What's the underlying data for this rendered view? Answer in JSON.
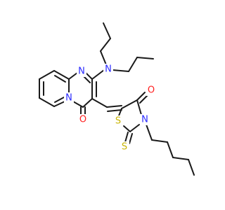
{
  "molecule": {
    "atoms": [
      {
        "id": "N_amine",
        "symbol": "N",
        "color": "#2a2aff"
      },
      {
        "id": "N_ring1",
        "symbol": "N",
        "color": "#2a2aff"
      },
      {
        "id": "N_ring2",
        "symbol": "N",
        "color": "#2a2aff"
      },
      {
        "id": "O_ketone1",
        "symbol": "O",
        "color": "#ff1f1f"
      },
      {
        "id": "O_ketone2",
        "symbol": "O",
        "color": "#ff1f1f"
      },
      {
        "id": "S_ring",
        "symbol": "S",
        "color": "#c8b400"
      },
      {
        "id": "S_thione",
        "symbol": "S",
        "color": "#c8b400"
      },
      {
        "id": "N_thiaz",
        "symbol": "N",
        "color": "#2a2aff"
      }
    ],
    "bond_color": "#1a1a1a"
  }
}
